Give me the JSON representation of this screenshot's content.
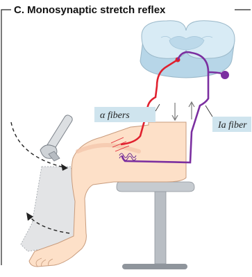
{
  "figure": {
    "title": "C.  Monosynaptic stretch reflex",
    "labels": {
      "alpha_fibers": "α fibers",
      "ia_fiber": "Ia fiber"
    }
  },
  "colors": {
    "alpha_fiber": "#e0202e",
    "ia_fiber": "#7b2fa0",
    "spinal_cord": "#d8ebf5",
    "skin": "#fde0c8",
    "label_box": "#cfe4ee",
    "stool": "#b9bec4"
  },
  "icons": [
    "reflex-hammer-icon",
    "stool-icon",
    "spinal-cord-icon"
  ]
}
